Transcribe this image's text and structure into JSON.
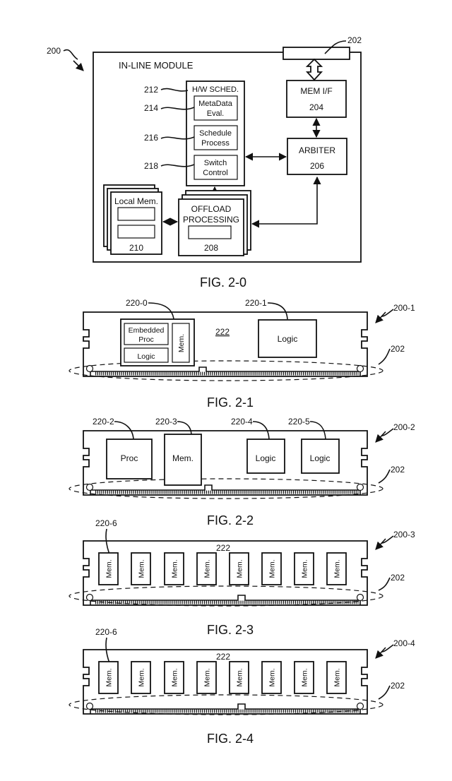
{
  "fig20": {
    "ref_module": "200",
    "ref_bus": "202",
    "title": "IN-LINE MODULE",
    "sched_title": "H/W SCHED.",
    "ref_sched": "212",
    "metadata_l1": "MetaData",
    "metadata_l2": "Eval.",
    "ref_metadata": "214",
    "schedule_l1": "Schedule",
    "schedule_l2": "Process",
    "ref_schedule": "216",
    "switch_l1": "Switch",
    "switch_l2": "Control",
    "ref_switch": "218",
    "memif": "MEM I/F",
    "ref_memif": "204",
    "arbiter": "ARBITER",
    "ref_arbiter": "206",
    "offload_l1": "OFFLOAD",
    "offload_l2": "PROCESSING",
    "ref_offload": "208",
    "localmem": "Local Mem.",
    "ref_localmem": "210",
    "caption": "FIG. 2-0"
  },
  "fig21": {
    "ref_module": "200-1",
    "ref_a": "220-0",
    "ref_b": "220-1",
    "ref_board": "222",
    "ref_bus": "202",
    "embedded_l1": "Embedded",
    "embedded_l2": "Proc",
    "logic_small": "Logic",
    "mem_vertical": "Mem.",
    "logic_big": "Logic",
    "caption": "FIG. 2-1"
  },
  "fig22": {
    "ref_module": "200-2",
    "ref_proc": "220-2",
    "ref_mem": "220-3",
    "ref_logic1": "220-4",
    "ref_logic2": "220-5",
    "ref_bus": "202",
    "proc": "Proc",
    "mem": "Mem.",
    "logic1": "Logic",
    "logic2": "Logic",
    "caption": "FIG. 2-2"
  },
  "fig23": {
    "ref_module": "200-3",
    "ref_chip": "220-6",
    "ref_board": "222",
    "ref_bus": "202",
    "chip_label": "Mem.",
    "caption": "FIG. 2-3"
  },
  "fig24": {
    "ref_module": "200-4",
    "ref_chip": "220-6",
    "ref_board": "222",
    "ref_bus": "202",
    "chip_label": "Mem.",
    "caption": "FIG. 2-4"
  }
}
